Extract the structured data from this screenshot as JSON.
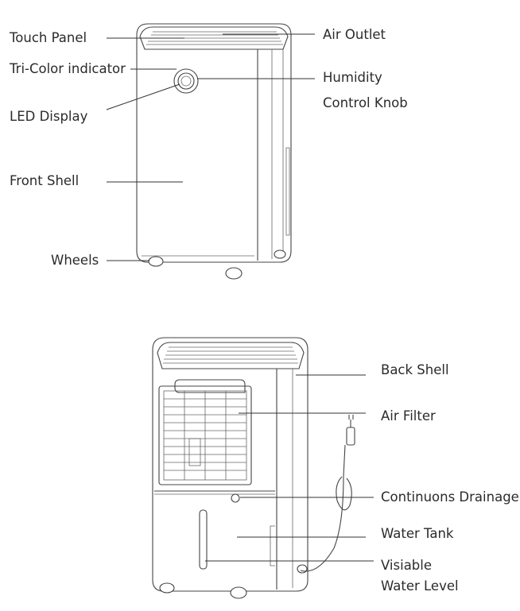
{
  "front_view": {
    "labels": {
      "touch_panel": "Touch Panel",
      "tri_color": "Tri-Color indicator",
      "led_display": "LED Display",
      "front_shell": "Front Shell",
      "wheels": "Wheels",
      "air_outlet": "Air Outlet",
      "humidity_1": "Humidity",
      "humidity_2": "Control Knob"
    }
  },
  "back_view": {
    "labels": {
      "back_shell": "Back Shell",
      "air_filter": "Air Filter",
      "continuous_drainage": "Continuons Drainage",
      "water_tank": "Water Tank",
      "water_level_1": "Visiable",
      "water_level_2": "Water Level"
    }
  }
}
